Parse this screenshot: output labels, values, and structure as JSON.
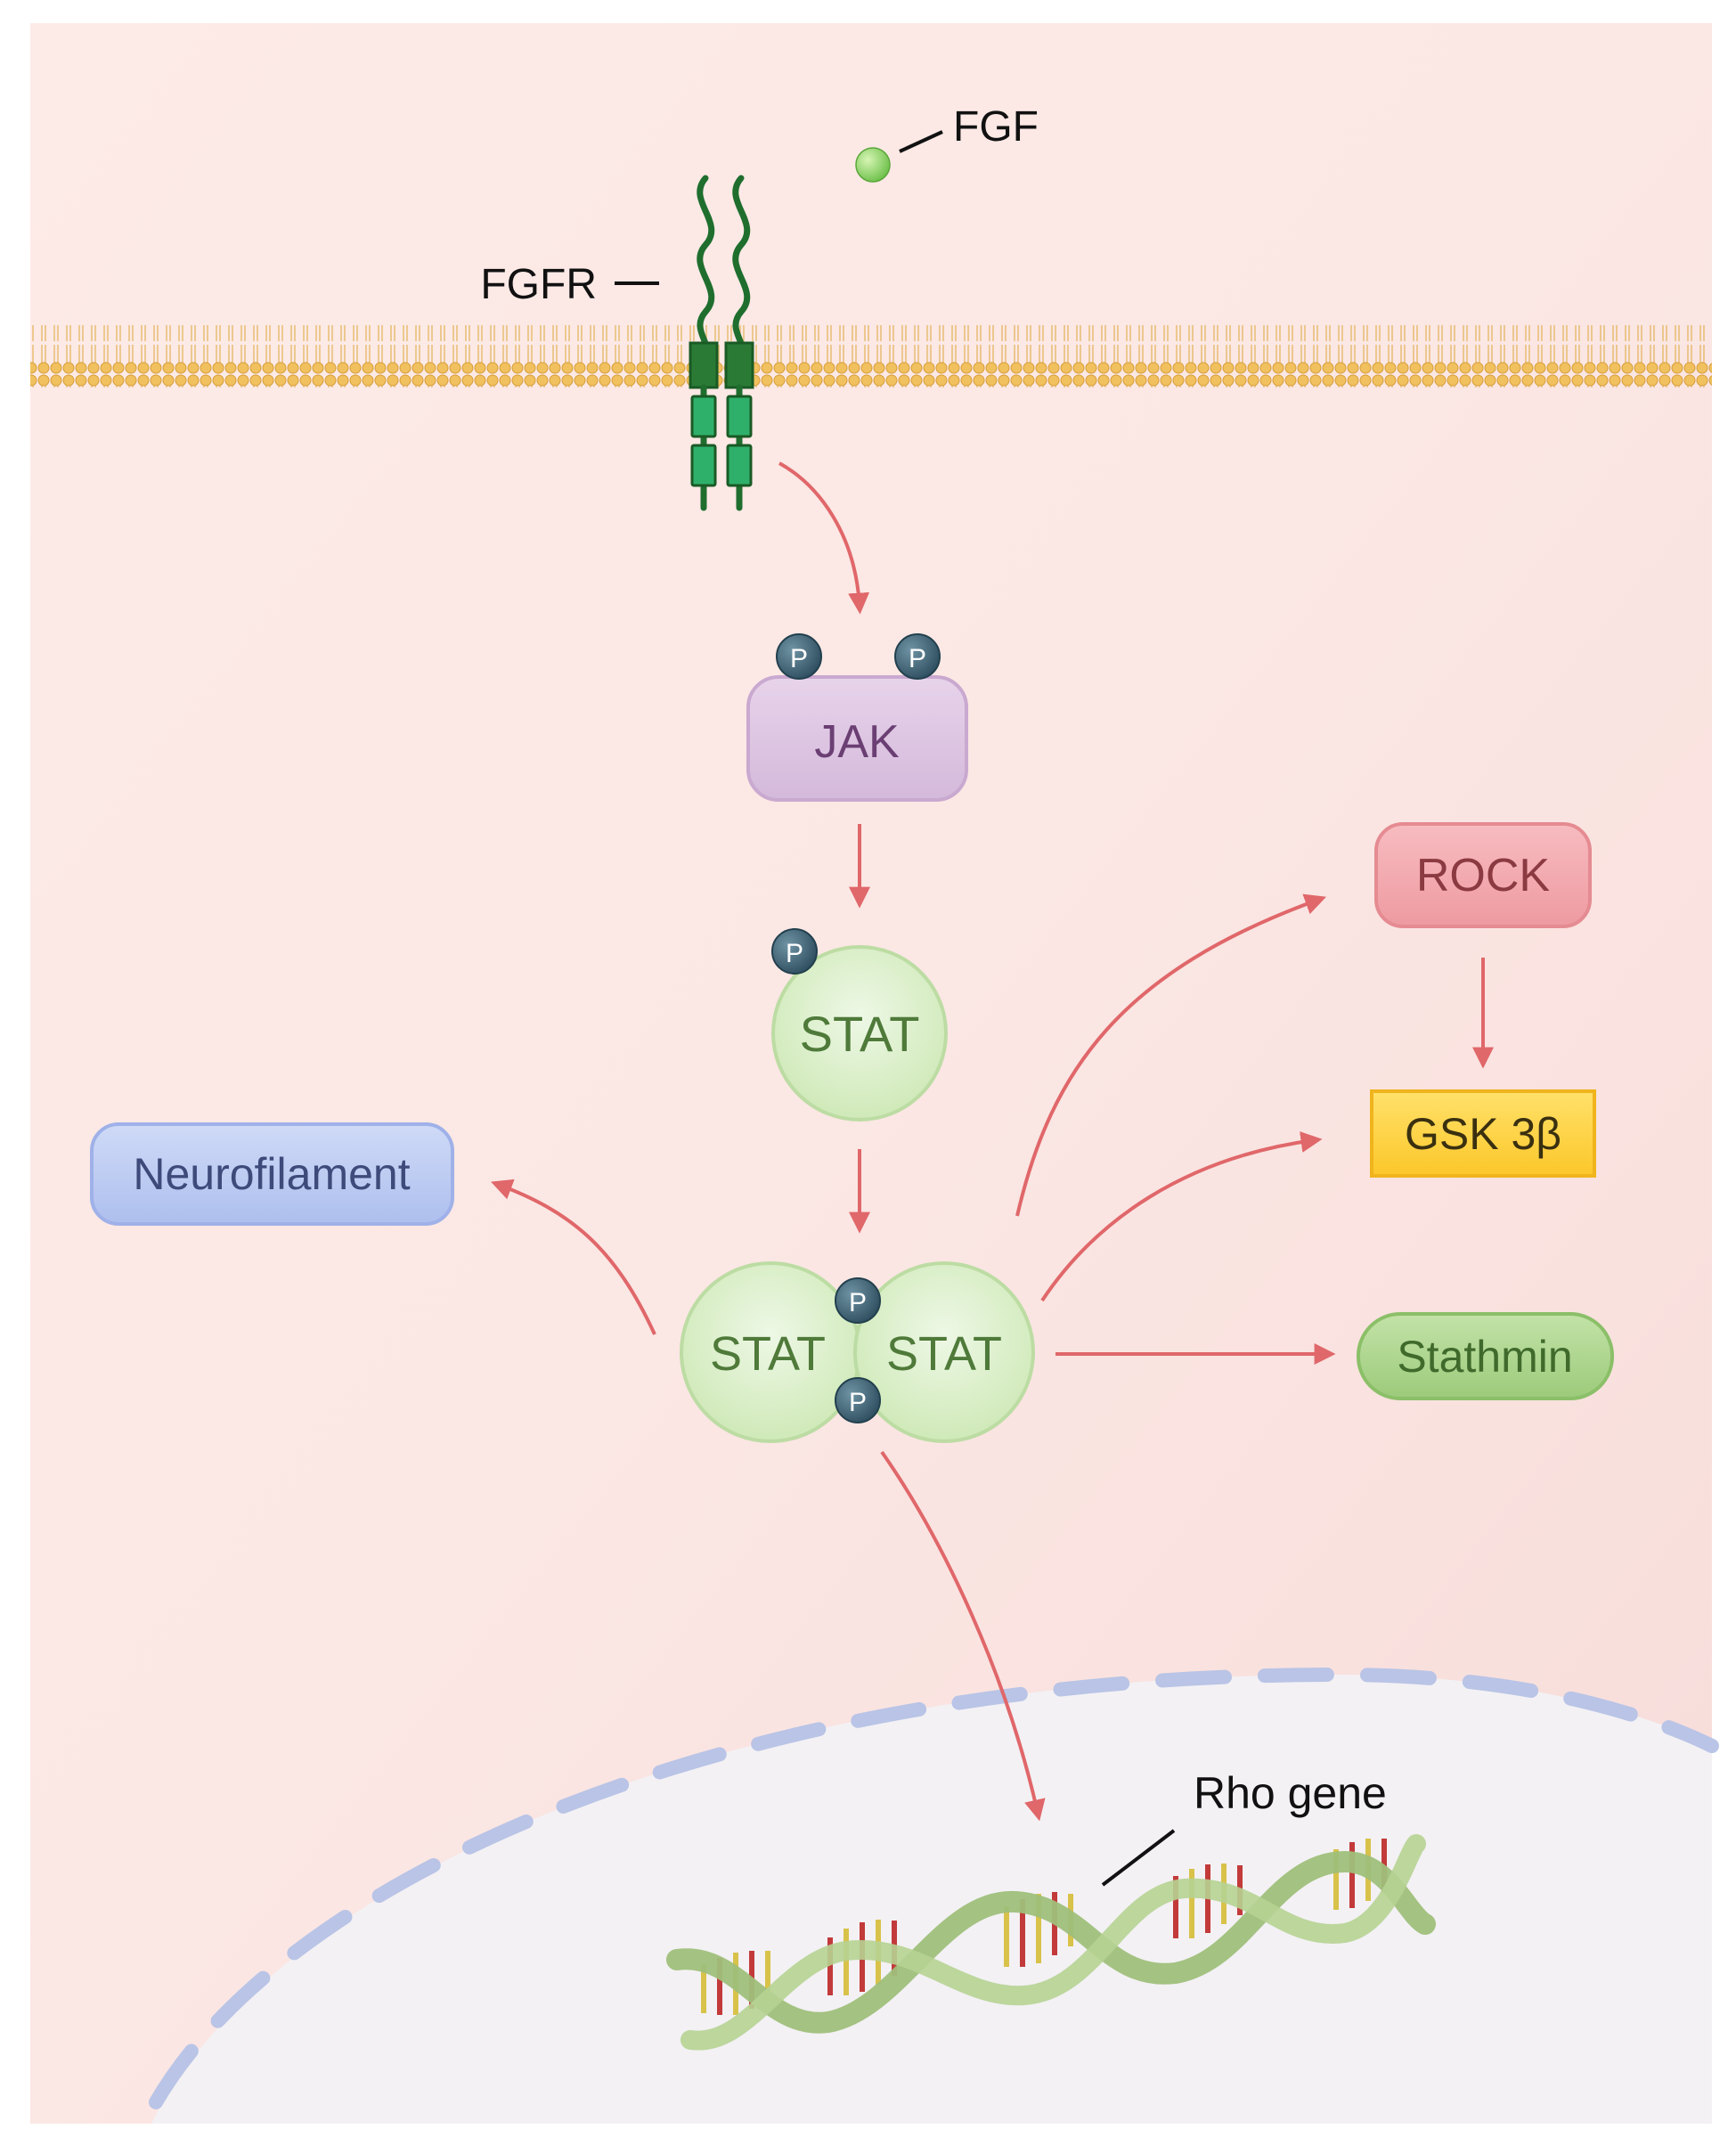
{
  "labels": {
    "fgf": "FGF",
    "fgfr": "FGFR",
    "jak": "JAK",
    "stat_single": "STAT",
    "stat_left": "STAT",
    "stat_right": "STAT",
    "rock": "ROCK",
    "gsk": "GSK 3β",
    "stathmin": "Stathmin",
    "neurofilament": "Neurofilament",
    "rho_gene": "Rho gene",
    "phospho": "P"
  },
  "colors": {
    "cytoplasm": "#fbe6e3",
    "nucleus": "#f3f1f4",
    "nuclear_envelope": "#b9c4e6",
    "membrane": "#e8b552",
    "receptor": "#1f6e2e",
    "arrow": "#e0676a",
    "jak": "#dcc3e2",
    "stat": "#d8efc4",
    "rock": "#f2a4aa",
    "gsk": "#ffd43a",
    "stathmin": "#a9d38a",
    "neurofilament": "#bccbf2",
    "phospho": "#3f6578"
  }
}
